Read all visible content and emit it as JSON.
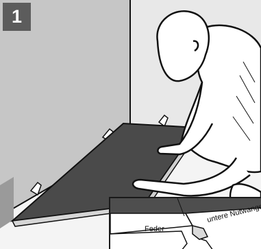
{
  "step": {
    "number": "1"
  },
  "detail": {
    "label_tongue": "Feder",
    "label_groove": "untere Nutwange"
  },
  "colors": {
    "wall_back": "#e2e2e2",
    "wall_side": "#bdbdbd",
    "floor": "#f2f2f2",
    "board_top": "#4a4a4a",
    "badge": "#5c5c5c",
    "outline": "#111111"
  }
}
